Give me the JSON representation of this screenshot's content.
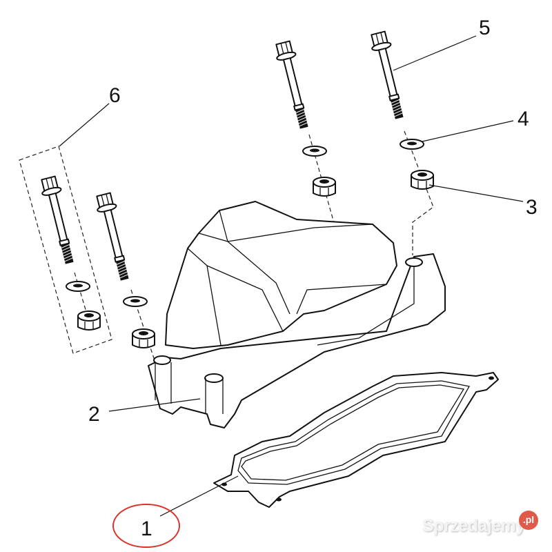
{
  "callouts": {
    "c1": "1",
    "c2": "2",
    "c3": "3",
    "c4": "4",
    "c5": "5",
    "c6": "6"
  },
  "highlight": {
    "callout": "1",
    "color": "#d9342b"
  },
  "watermark": {
    "brand": "Sprzedajemy",
    "suffix": ".pl",
    "badge_color": "#e05a4a"
  }
}
